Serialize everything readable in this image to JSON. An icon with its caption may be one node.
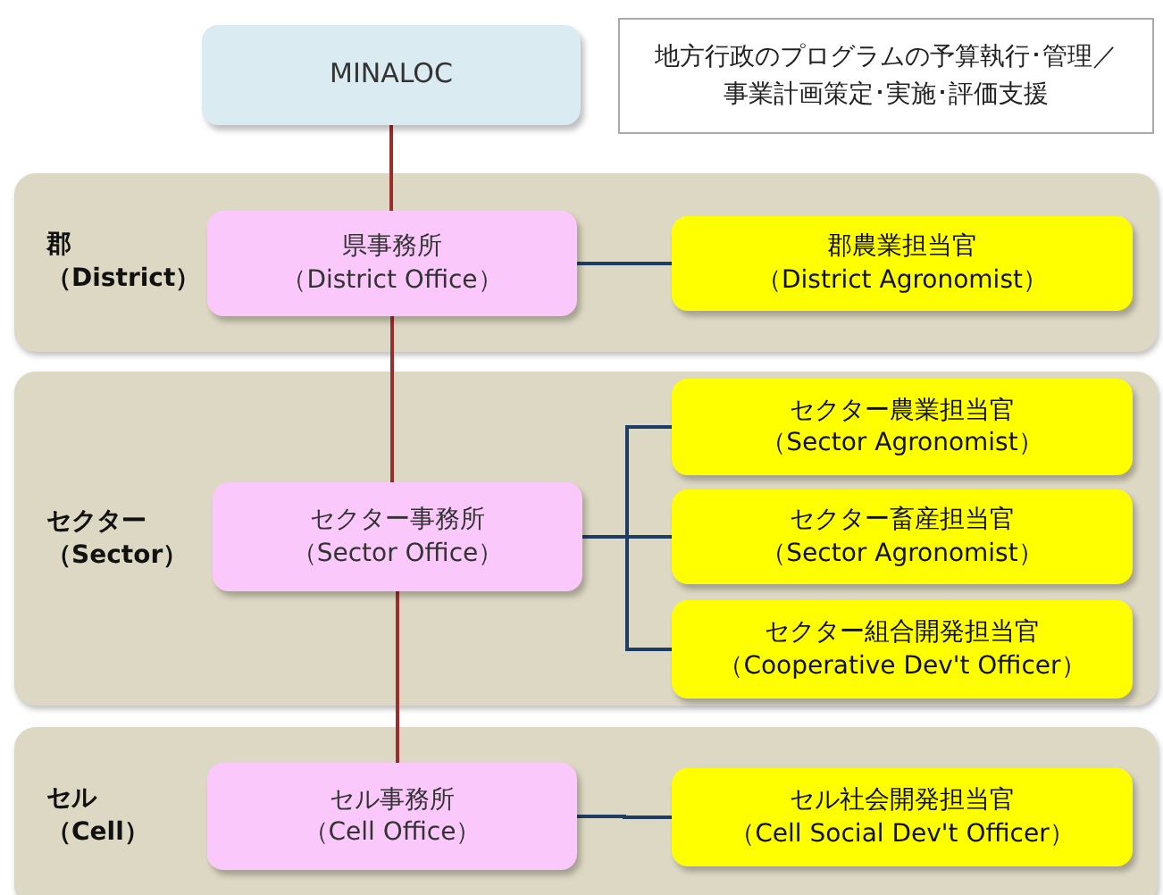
{
  "diagram": {
    "nodes": [
      {
        "text": [
          "MINALOC"
        ]
      },
      {
        "text": [
          "地方行政のプログラムの予算執行･管理／事業計画策定･実施･評価支援"
        ]
      },
      {
        "text": [
          "郡",
          "（District）"
        ]
      },
      {
        "text": [
          "県事務所",
          "（District Office）"
        ],
        "in": 2
      },
      {
        "text": [
          "郡農業担当官",
          "（District Agronomist）"
        ],
        "in": 2
      },
      {
        "text": [
          "セクター",
          "（Sector）"
        ]
      },
      {
        "text": [
          "セクター事務所",
          "（Sector Office）"
        ],
        "in": 5
      },
      {
        "text": [
          "セクター農業担当官",
          "（Sector Agronomist）"
        ],
        "in": 5
      },
      {
        "text": [
          "セクター畜産担当官",
          "（Sector Agronomist）"
        ],
        "in": 5
      },
      {
        "text": [
          "セクター組合開発担当官",
          "（Cooperative Dev't Officer）"
        ],
        "in": 5
      },
      {
        "text": [
          "セル",
          "（Cell）"
        ]
      },
      {
        "text": [
          "セル事務所",
          "（Cell Office）"
        ],
        "in": 10
      },
      {
        "text": [
          "セル社会開発担当官",
          "（Cell Social Dev't Officer）"
        ],
        "in": 10
      }
    ],
    "edges": [
      {
        "from": 0,
        "to": 3,
        "arrow": "none",
        "color": "#9b2d2d"
      },
      {
        "from": 3,
        "to": 6,
        "arrow": "none",
        "color": "#9b2d2d"
      },
      {
        "from": 6,
        "to": 11,
        "arrow": "none",
        "color": "#9b2d2d"
      },
      {
        "from": 3,
        "to": 4,
        "arrow": "none"
      },
      {
        "from": 6,
        "to": 7,
        "arrow": "none"
      },
      {
        "from": 6,
        "to": 8,
        "arrow": "none"
      },
      {
        "from": 6,
        "to": 9,
        "arrow": "none"
      },
      {
        "from": 11,
        "to": 12,
        "arrow": "none"
      }
    ]
  }
}
